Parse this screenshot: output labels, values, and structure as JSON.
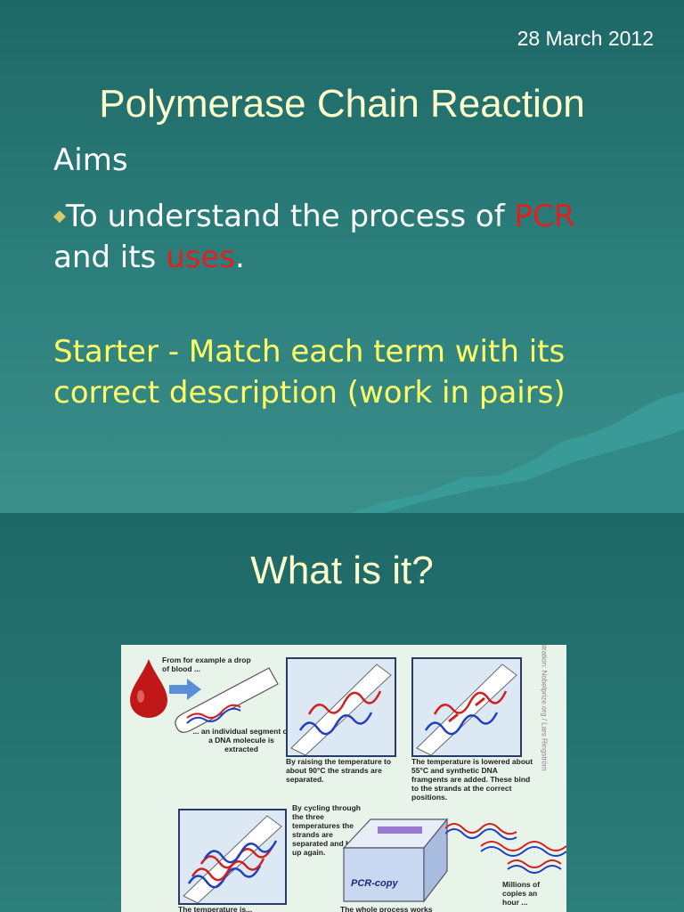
{
  "slide1": {
    "date": "28 March 2012",
    "title": "Polymerase Chain Reaction",
    "aims_heading": "Aims",
    "bullet": {
      "text_before": "To understand the process of ",
      "pcr": "PCR",
      "text_mid": " and its ",
      "uses": "uses",
      "text_end": "."
    },
    "starter": "Starter - Match each term with its correct description (work in pairs)"
  },
  "slide2": {
    "title": "What is it?",
    "figure": {
      "cap_blood": "From for example a drop of blood ...",
      "cap_segment": "... an individual segment of a DNA molecule is extracted",
      "cap_raise": "By raising the temperature to about 90°C the strands are separated.",
      "cap_lower": "The temperature is lowered about 55°C and synthetic DNA framgents are added. These bind to the strands at the correct positions.",
      "cap_cycle": "By cycling through the three temperatures the strands are separated and built up again.",
      "cap_millions": "Millions of copies an hour ...",
      "cap_whole": "The whole process works",
      "cap_bottom_left": "The temperature is...",
      "machine_label": "PCR-copy",
      "side_text": "Illustration: Nobelprize.org / Lars Ringström"
    }
  },
  "colors": {
    "title": "#ffffcc",
    "accent_red": "#e02020",
    "starter_yellow": "#ffff66",
    "background": "#1e6867"
  }
}
